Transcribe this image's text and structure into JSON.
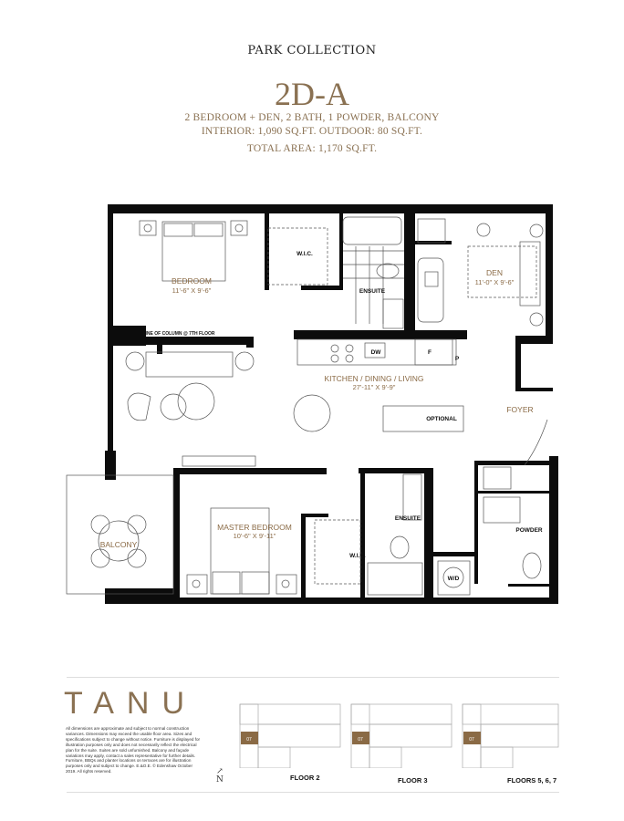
{
  "header": {
    "collection": "PARK COLLECTION",
    "unit": "2D-A",
    "spec_line1": "2 BEDROOM + DEN, 2 BATH, 1 POWDER, BALCONY",
    "spec_line2": "INTERIOR: 1,090 SQ.FT. OUTDOOR: 80 SQ.FT.",
    "spec_line3": "TOTAL AREA: 1,170 SQ.FT."
  },
  "plan": {
    "bedroom": {
      "name": "BEDROOM",
      "dims": "11'-6\" X 9'-6\""
    },
    "wic1": "W.I.C.",
    "ensuite1": "ENSUITE",
    "den": {
      "name": "DEN",
      "dims": "11'-0\" X 9'-6\""
    },
    "column_note": "LINE OF COLUMN @ 7TH FLOOR",
    "dw": "DW",
    "fridge": "F",
    "pantry": "P",
    "kdl": {
      "name": "KITCHEN / DINING / LIVING",
      "dims": "27'-11\" X 9'-9\""
    },
    "optional": "OPTIONAL",
    "foyer": "FOYER",
    "master": {
      "name": "MASTER BEDROOM",
      "dims": "10'-6\" X 9'-11\""
    },
    "balcony": "BALCONY",
    "wic2": "W.I.C.",
    "ensuite2": "ENSUITE",
    "powder": "POWDER",
    "wd": "W/D"
  },
  "footer": {
    "logo": "TANU",
    "disclaimer": "All dimensions are approximate and subject to normal construction variances. Dimensions may exceed the usable floor area. Sizes and specifications subject to change without notice. Furniture is displayed for illustration purposes only and does not necessarily reflect the electrical plan for the suite. Suites are sold unfurnished. Balcony and façade variations may apply, contact a sales representative for further details. Furniture, BBQs and planter locations on terraces are for illustration purposes only and subject to change. E.&O.E. © Edenshaw October 2019. All rights reserved.",
    "north": "N",
    "key_plans": [
      {
        "label": "FLOOR 2",
        "unit": "07"
      },
      {
        "label": "FLOOR 3",
        "unit": "07"
      },
      {
        "label": "FLOORS 5, 6, 7",
        "unit": "07"
      }
    ],
    "highlight_color": "#8a6a45"
  }
}
